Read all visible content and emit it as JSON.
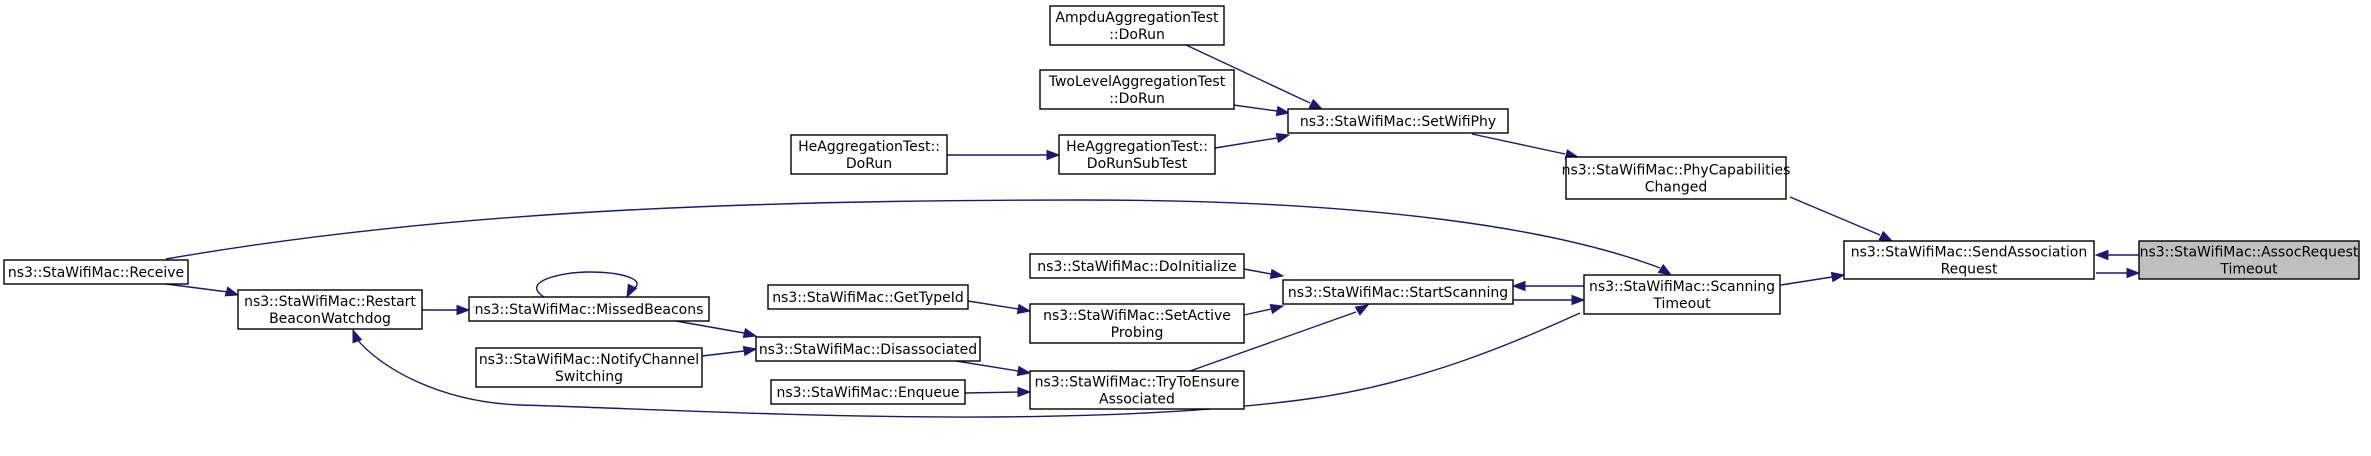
{
  "graph": {
    "nodes": [
      {
        "id": "assoc_timeout",
        "lines": [
          "ns3::StaWifiMac::AssocRequest",
          "Timeout"
        ],
        "highlight": true
      },
      {
        "id": "send_assoc",
        "lines": [
          "ns3::StaWifiMac::SendAssociation",
          "Request"
        ]
      },
      {
        "id": "phy_caps",
        "lines": [
          "ns3::StaWifiMac::PhyCapabilities",
          "Changed"
        ]
      },
      {
        "id": "set_wifi_phy",
        "lines": [
          "ns3::StaWifiMac::SetWifiPhy"
        ]
      },
      {
        "id": "ampdu_dorun",
        "lines": [
          "AmpduAggregationTest",
          "::DoRun"
        ]
      },
      {
        "id": "twolevel_dorun",
        "lines": [
          "TwoLevelAggregationTest",
          "::DoRun"
        ]
      },
      {
        "id": "he_dorunsub",
        "lines": [
          "HeAggregationTest::",
          "DoRunSubTest"
        ]
      },
      {
        "id": "he_dorun",
        "lines": [
          "HeAggregationTest::",
          "DoRun"
        ]
      },
      {
        "id": "scanning_timeout",
        "lines": [
          "ns3::StaWifiMac::Scanning",
          "Timeout"
        ]
      },
      {
        "id": "start_scanning",
        "lines": [
          "ns3::StaWifiMac::StartScanning"
        ]
      },
      {
        "id": "do_initialize",
        "lines": [
          "ns3::StaWifiMac::DoInitialize"
        ]
      },
      {
        "id": "set_active_probing",
        "lines": [
          "ns3::StaWifiMac::SetActive",
          "Probing"
        ]
      },
      {
        "id": "get_type_id",
        "lines": [
          "ns3::StaWifiMac::GetTypeId"
        ]
      },
      {
        "id": "try_ensure",
        "lines": [
          "ns3::StaWifiMac::TryToEnsure",
          "Associated"
        ]
      },
      {
        "id": "enqueue",
        "lines": [
          "ns3::StaWifiMac::Enqueue"
        ]
      },
      {
        "id": "disassociated",
        "lines": [
          "ns3::StaWifiMac::Disassociated"
        ]
      },
      {
        "id": "notify_channel",
        "lines": [
          "ns3::StaWifiMac::NotifyChannel",
          "Switching"
        ]
      },
      {
        "id": "missed_beacons",
        "lines": [
          "ns3::StaWifiMac::MissedBeacons"
        ]
      },
      {
        "id": "restart_watchdog",
        "lines": [
          "ns3::StaWifiMac::Restart",
          "BeaconWatchdog"
        ]
      },
      {
        "id": "receive",
        "lines": [
          "ns3::StaWifiMac::Receive"
        ]
      }
    ],
    "edges": [
      {
        "from": "send_assoc",
        "to": "assoc_timeout"
      },
      {
        "from": "assoc_timeout",
        "to": "send_assoc"
      },
      {
        "from": "phy_caps",
        "to": "send_assoc"
      },
      {
        "from": "scanning_timeout",
        "to": "send_assoc"
      },
      {
        "from": "set_wifi_phy",
        "to": "phy_caps"
      },
      {
        "from": "ampdu_dorun",
        "to": "set_wifi_phy"
      },
      {
        "from": "twolevel_dorun",
        "to": "set_wifi_phy"
      },
      {
        "from": "he_dorunsub",
        "to": "set_wifi_phy"
      },
      {
        "from": "he_dorun",
        "to": "he_dorunsub"
      },
      {
        "from": "receive",
        "to": "scanning_timeout"
      },
      {
        "from": "scanning_timeout",
        "to": "start_scanning"
      },
      {
        "from": "start_scanning",
        "to": "scanning_timeout"
      },
      {
        "from": "do_initialize",
        "to": "start_scanning"
      },
      {
        "from": "set_active_probing",
        "to": "start_scanning"
      },
      {
        "from": "try_ensure",
        "to": "start_scanning"
      },
      {
        "from": "get_type_id",
        "to": "set_active_probing"
      },
      {
        "from": "disassociated",
        "to": "try_ensure"
      },
      {
        "from": "enqueue",
        "to": "try_ensure"
      },
      {
        "from": "missed_beacons",
        "to": "disassociated"
      },
      {
        "from": "notify_channel",
        "to": "disassociated"
      },
      {
        "from": "missed_beacons",
        "to": "missed_beacons"
      },
      {
        "from": "restart_watchdog",
        "to": "missed_beacons"
      },
      {
        "from": "receive",
        "to": "restart_watchdog"
      },
      {
        "from": "scanning_timeout",
        "to": "restart_watchdog"
      }
    ]
  }
}
